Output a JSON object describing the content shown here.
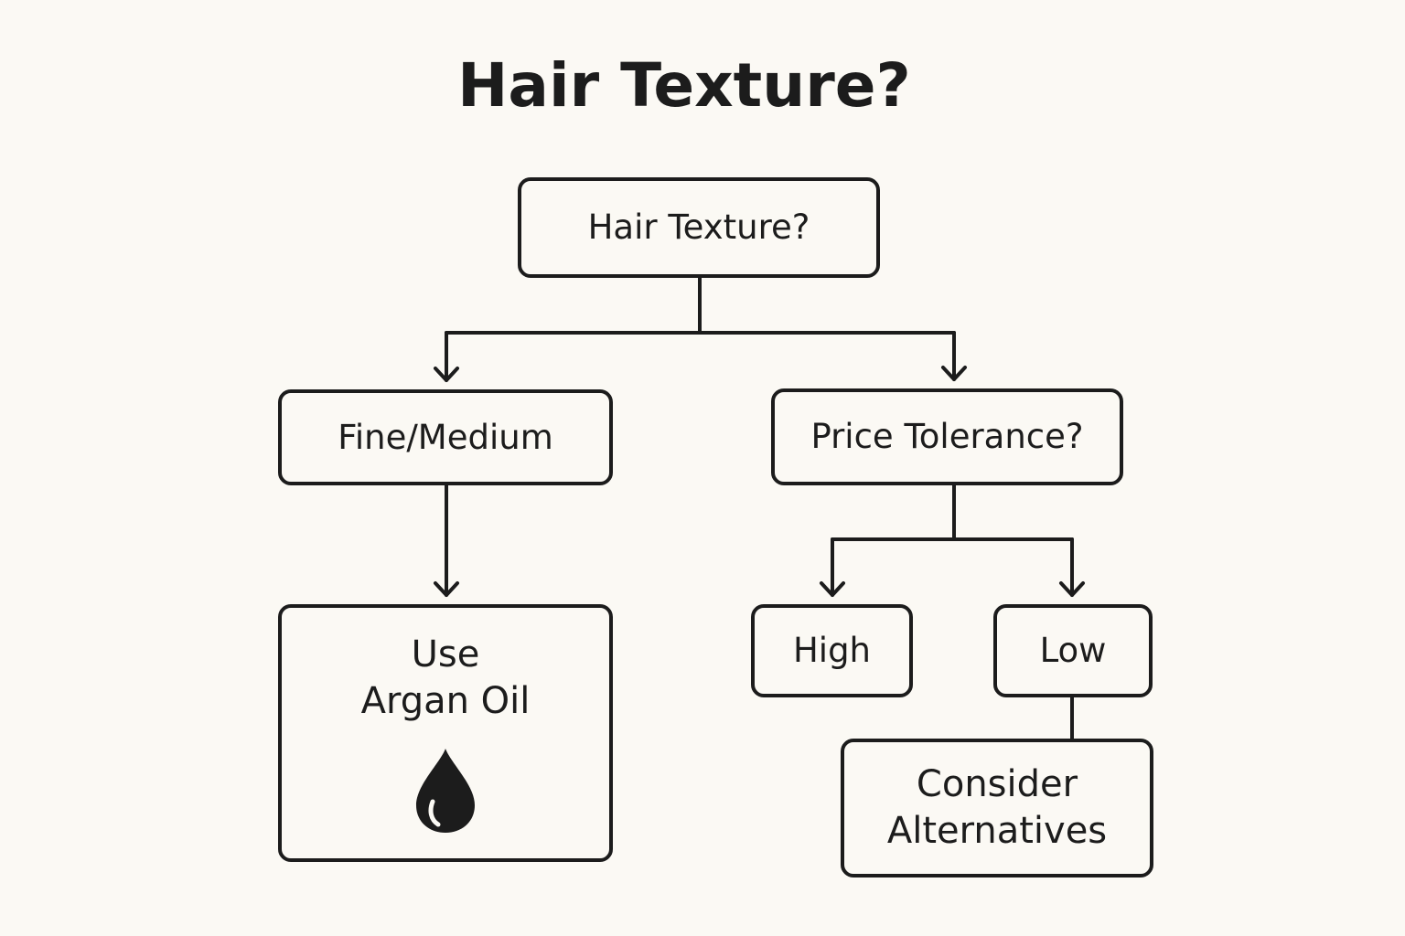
{
  "title": "Hair Texture?",
  "nodes": {
    "root": "Hair Texture?",
    "fine_medium": "Fine/Medium",
    "price_tolerance": "Price Tolerance?",
    "argan": {
      "line1": "Use",
      "line2": "Argan Oil",
      "icon": "oil-drop-icon"
    },
    "high": "High",
    "low": "Low",
    "alternatives": {
      "line1": "Consider",
      "line2": "Alternatives"
    }
  },
  "colors": {
    "background": "#fbf9f4",
    "ink": "#1c1c1c"
  }
}
